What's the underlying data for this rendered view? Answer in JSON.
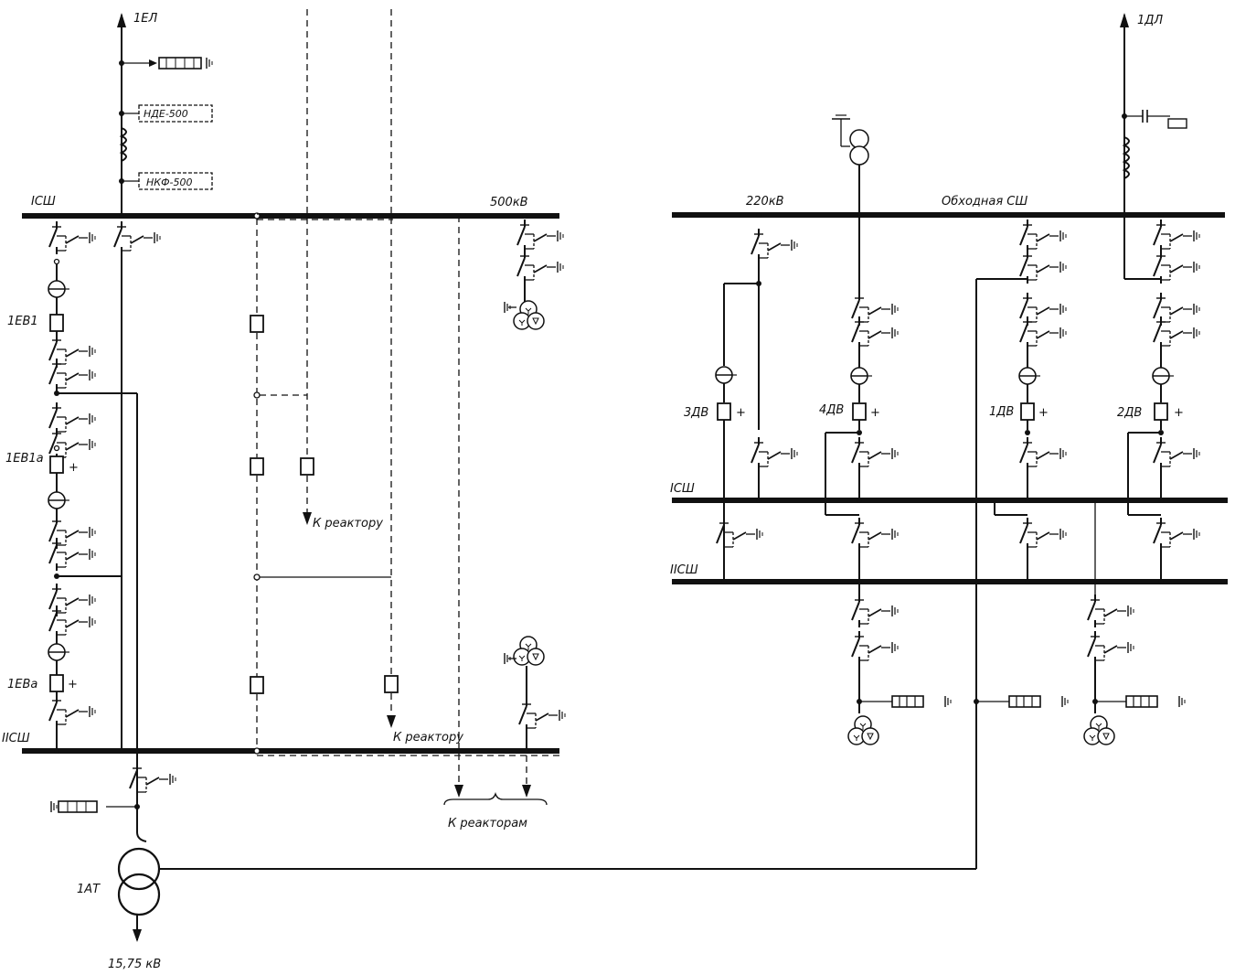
{
  "labels": {
    "line_1el": "1ЕЛ",
    "nde": "НДЕ-500",
    "nkf": "НКФ-500",
    "bus1_500": "IСШ",
    "kv500": "500кВ",
    "b_1ev1": "1ЕВ1",
    "b_1ev1a": "1ЕВ1а",
    "b_1eva": "1ЕВа",
    "bus2_500": "IIСШ",
    "to_reactor_1": "К реактору",
    "to_reactor_2": "К реактору",
    "to_reactors": "К реакторам",
    "at": "1АТ",
    "kv15": "15,75 кВ",
    "line_1dl": "1ДЛ",
    "kv220": "220кВ",
    "bypass_bus": "Обходная СШ",
    "bus1_220": "IСШ",
    "bus2_220": "IIСШ",
    "b_3dv": "3ДВ",
    "b_4dv": "4ДВ",
    "b_1dv": "1ДВ",
    "b_2dv": "2ДВ",
    "plus": "+"
  }
}
